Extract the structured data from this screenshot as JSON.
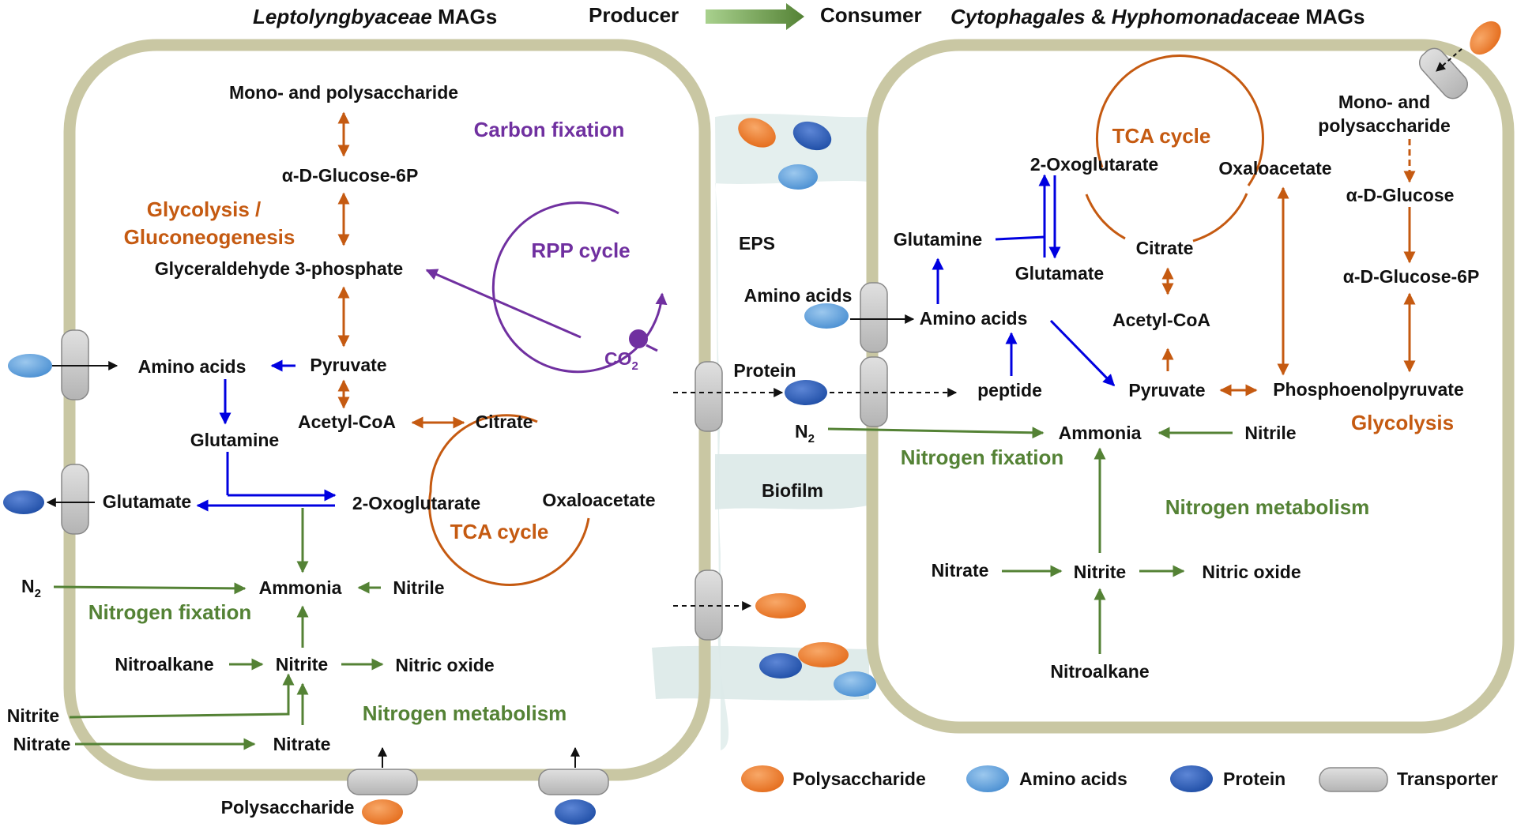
{
  "header": {
    "left_title": "Leptolyngbyaceae",
    "left_suffix": " MAGs",
    "producer": "Producer",
    "consumer": "Consumer",
    "right_title_1": "Cytophagales",
    "right_amp": " & ",
    "right_title_2": "Hyphomonadaceae",
    "right_suffix": " MAGs"
  },
  "left_cell": {
    "mono_poly": "Mono- and polysaccharide",
    "glucose6p": "α-D-Glucose-6P",
    "glycolysis_1": "Glycolysis /",
    "glycolysis_2": "Gluconeogenesis",
    "g3p": "Glyceraldehyde 3-phosphate",
    "carbon_fixation": "Carbon fixation",
    "rpp_cycle": "RPP cycle",
    "co2": "CO",
    "co2_sub": "2",
    "amino_acids": "Amino acids",
    "pyruvate": "Pyruvate",
    "acetyl_coa": "Acetyl-CoA",
    "citrate": "Citrate",
    "glutamine": "Glutamine",
    "glutamate": "Glutamate",
    "oxoglutarate": "2-Oxoglutarate",
    "oxaloacetate": "Oxaloacetate",
    "tca_cycle": "TCA cycle",
    "n2": "N",
    "n2_sub": "2",
    "ammonia": "Ammonia",
    "nitrile": "Nitrile",
    "nitrogen_fixation": "Nitrogen fixation",
    "nitroalkane": "Nitroalkane",
    "nitrite": "Nitrite",
    "nitric_oxide": "Nitric oxide",
    "nitrite_ext": "Nitrite",
    "nitrate_ext": "Nitrate",
    "nitrate": "Nitrate",
    "nitrogen_metabolism": "Nitrogen metabolism",
    "polysaccharide": "Polysaccharide"
  },
  "middle": {
    "eps": "EPS",
    "amino_acids": "Amino acids",
    "protein": "Protein",
    "biofilm": "Biofilm"
  },
  "right_cell": {
    "tca_cycle": "TCA cycle",
    "oxoglutarate": "2-Oxoglutarate",
    "oxaloacetate": "Oxaloacetate",
    "mono_poly_1": "Mono- and",
    "mono_poly_2": "polysaccharide",
    "glucose": "α-D-Glucose",
    "glucose6p": "α-D-Glucose-6P",
    "glutamine": "Glutamine",
    "glutamate": "Glutamate",
    "citrate": "Citrate",
    "amino_acids": "Amino acids",
    "acetyl_coa": "Acetyl-CoA",
    "peptide": "peptide",
    "pyruvate": "Pyruvate",
    "pep": "Phosphoenolpyruvate",
    "glycolysis": "Glycolysis",
    "n2": "N",
    "n2_sub": "2",
    "ammonia": "Ammonia",
    "nitrile": "Nitrile",
    "nitrogen_fixation": "Nitrogen fixation",
    "nitrogen_metabolism": "Nitrogen metabolism",
    "nitrate": "Nitrate",
    "nitrite": "Nitrite",
    "nitric_oxide": "Nitric oxide",
    "nitroalkane": "Nitroalkane"
  },
  "legend": {
    "polysaccharide": "Polysaccharide",
    "amino_acids": "Amino acids",
    "protein": "Protein",
    "transporter": "Transporter"
  },
  "colors": {
    "membrane": "#c9c7a3",
    "orange": "#c55a11",
    "green": "#548235",
    "blue": "#0000e0",
    "purple": "#7030a0",
    "polysaccharide": "#ed7d31",
    "amino_acid": "#5b9bd5",
    "protein": "#2f5fb3",
    "transporter": "#c8c8c8",
    "eps": "#dbe9e8"
  }
}
